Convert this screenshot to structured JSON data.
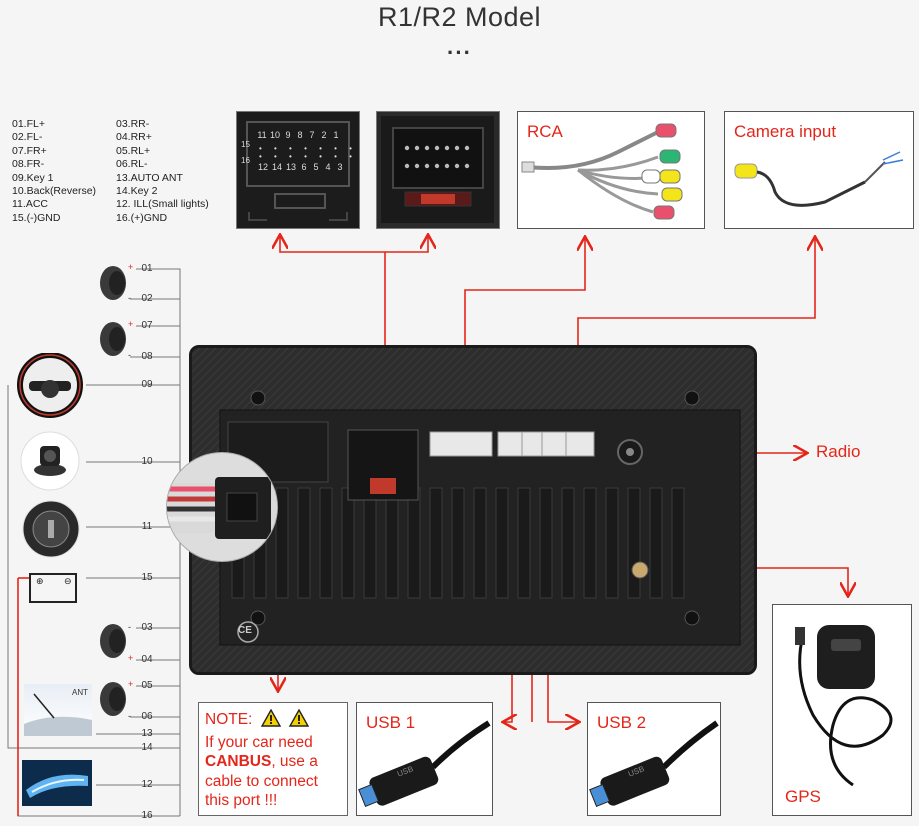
{
  "title": "R1/R2 Model",
  "dots": "···",
  "pin_list_left": [
    "01.FL+",
    "02.FL-",
    "07.FR+",
    "08.FR-",
    "09.Key 1",
    "10.Back(Reverse)",
    "11.ACC",
    "15.(-)GND"
  ],
  "pin_list_right": [
    "03.RR-",
    "04.RR+",
    "05.RL+",
    "06.RL-",
    "13.AUTO ANT",
    "14.Key 2",
    "12. ILL(Small lights)",
    "16.(+)GND"
  ],
  "connector_top_row": [
    "11",
    "10",
    "9",
    "8",
    "7",
    "2",
    "1"
  ],
  "connector_bottom_row": [
    "12",
    "14",
    "13",
    "6",
    "5",
    "4",
    "3"
  ],
  "connector_side_top": "15",
  "connector_side_bottom": "16",
  "boxes": {
    "rca": "RCA",
    "camera": "Camera input",
    "usb1": "USB 1",
    "usb2": "USB 2",
    "gps": "GPS"
  },
  "usb_plug_text": "USB",
  "radio_label": "Radio",
  "ant_label": "ANT",
  "ce_mark": "CE",
  "side_numbers": {
    "n01": "01",
    "n02": "02",
    "n07": "07",
    "n08": "08",
    "n09": "09",
    "n10": "10",
    "n11": "11",
    "n15": "15",
    "n03": "03",
    "n04": "04",
    "n05": "05",
    "n06": "06",
    "n13": "13",
    "n14": "14",
    "n12": "12",
    "n16": "16"
  },
  "polarity": {
    "plus": "+",
    "minus": "-"
  },
  "note": {
    "line1": "NOTE:",
    "line2": "If your car need",
    "bold": "CANBUS",
    "line3": ", use a",
    "line4": "cable to connect",
    "line5": "this port !!!"
  },
  "colors": {
    "accent_red": "#e4261a",
    "line_gray": "#666666",
    "panel_dark": "#2a2a2a"
  }
}
